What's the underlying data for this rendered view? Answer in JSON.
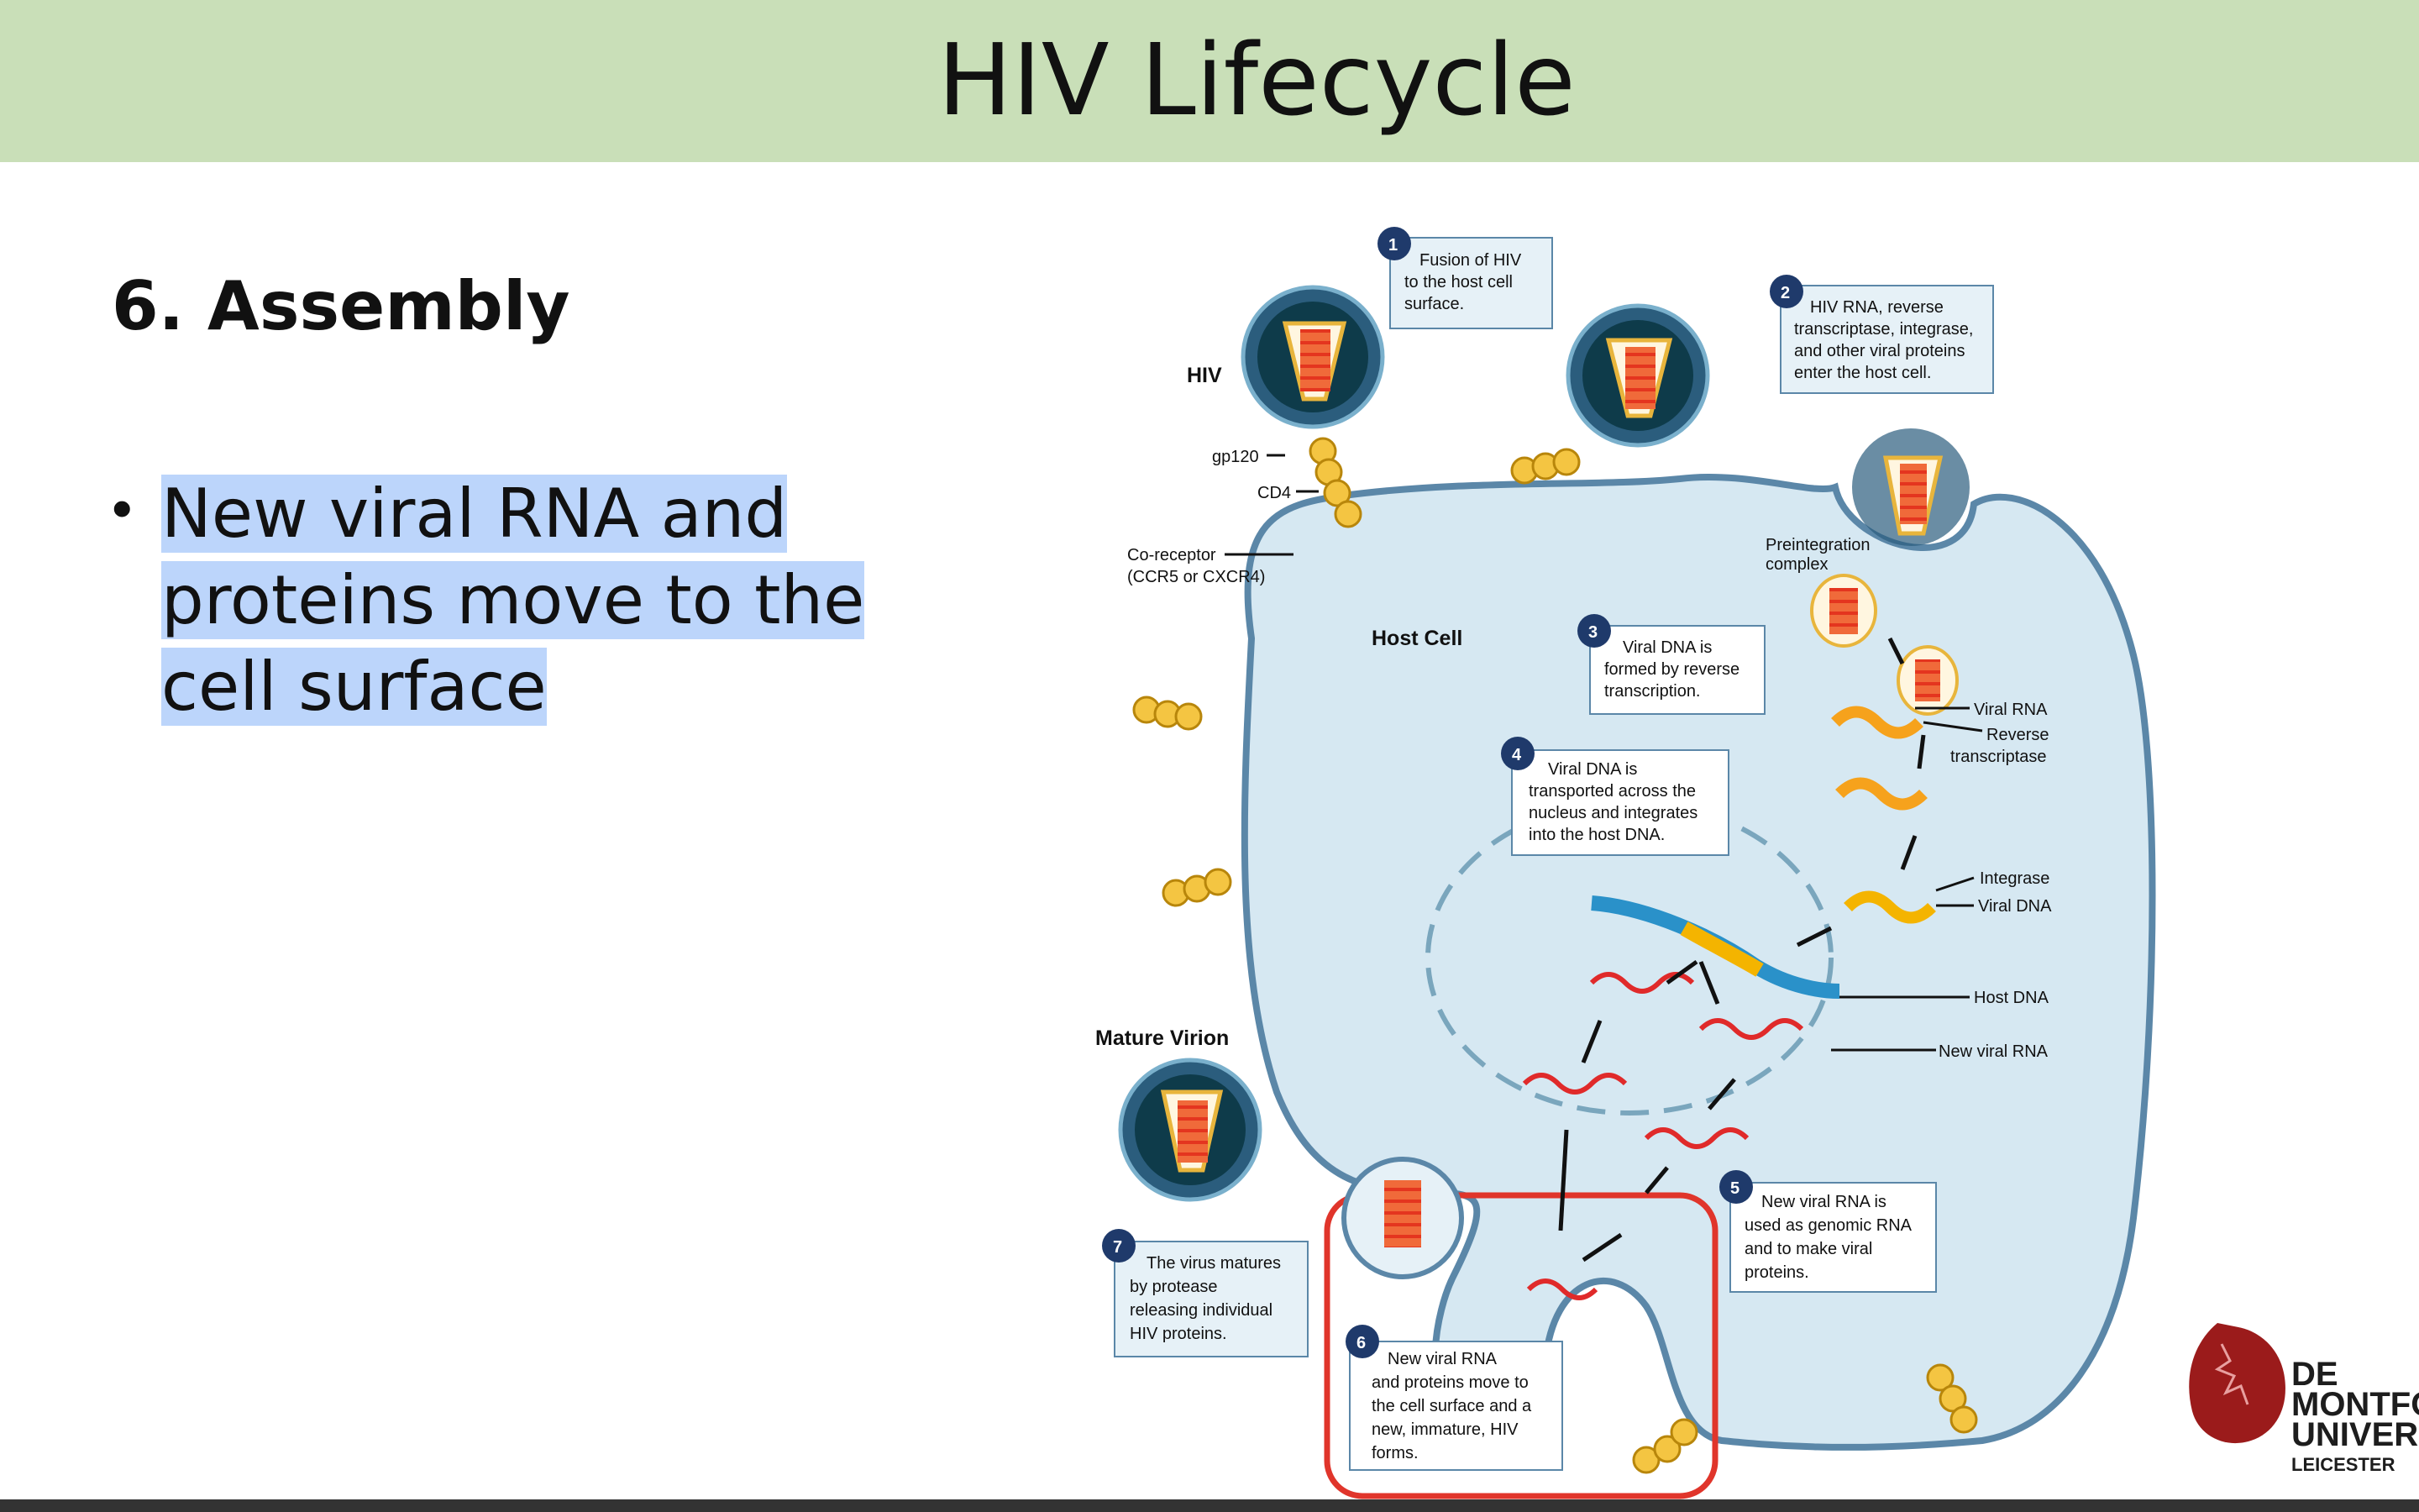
{
  "slide": {
    "title": "HIV Lifecycle",
    "heading": "6.   Assembly",
    "bullet_symbol": "•",
    "bullet_text": "New viral RNA and proteins move to the cell surface"
  },
  "diagram": {
    "labels": {
      "hiv": "HIV",
      "gp120": "gp120",
      "cd4": "CD4",
      "coreceptor_1": "Co-receptor",
      "coreceptor_2": "(CCR5 or CXCR4)",
      "host_cell": "Host Cell",
      "preintegration_1": "Preintegration",
      "preintegration_2": "complex",
      "viral_rna": "Viral RNA",
      "reverse_1": "Reverse",
      "reverse_2": "transcriptase",
      "integrase": "Integrase",
      "viral_dna": "Viral DNA",
      "host_dna": "Host DNA",
      "new_viral_rna": "New viral RNA",
      "mature_virion": "Mature Virion"
    },
    "steps": [
      {
        "num": "1",
        "lines": [
          "Fusion of  HIV",
          "to the host cell",
          "surface."
        ]
      },
      {
        "num": "2",
        "lines": [
          "HIV RNA, reverse",
          "transcriptase, integrase,",
          "and other viral proteins",
          "enter the host cell."
        ]
      },
      {
        "num": "3",
        "lines": [
          "Viral DNA is",
          "formed by reverse",
          "transcription."
        ]
      },
      {
        "num": "4",
        "lines": [
          "Viral DNA is",
          "transported across the",
          "nucleus and integrates",
          "into the host DNA."
        ]
      },
      {
        "num": "5",
        "lines": [
          "New viral RNA is",
          "used as genomic RNA",
          "and to make viral",
          "proteins."
        ]
      },
      {
        "num": "6",
        "lines": [
          "New viral RNA",
          "and proteins move to",
          "the cell surface and a",
          "new, immature, HIV",
          "forms."
        ]
      },
      {
        "num": "7",
        "lines": [
          "The virus matures",
          "by protease",
          "releasing individual",
          "HIV proteins."
        ]
      }
    ]
  },
  "logo": {
    "line1": "DE MONTFORT",
    "line2": "UNIVERSITY",
    "line3": "LEICESTER"
  },
  "colors": {
    "title_bar": "#c9dfb8",
    "highlight": "#bcd5fb",
    "cell_fill": "#d6e8f2",
    "cell_stroke": "#5b87a8",
    "step_badge": "#1f3a6b",
    "focus_box": "#e0352b",
    "logo_red": "#9b1b1b"
  }
}
